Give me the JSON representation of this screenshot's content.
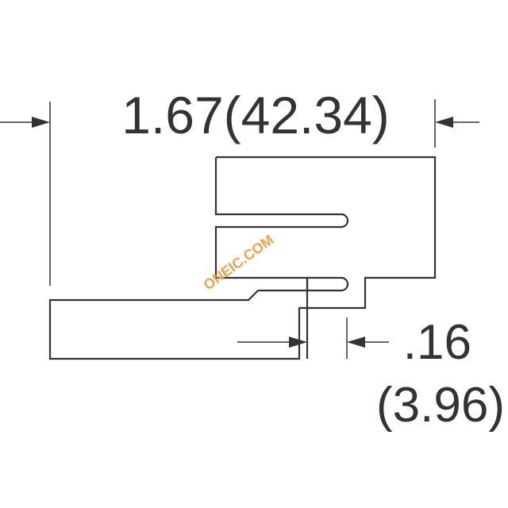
{
  "dimensions": {
    "overall_width": "1.67(42.34)",
    "pin_width_in": ".16",
    "pin_width_mm": "(3.96)"
  },
  "watermark": {
    "text": "ONEIC.COM",
    "color": "#f0a04b"
  },
  "colors": {
    "line": "#333333",
    "text": "#333333",
    "background": "#ffffff"
  }
}
